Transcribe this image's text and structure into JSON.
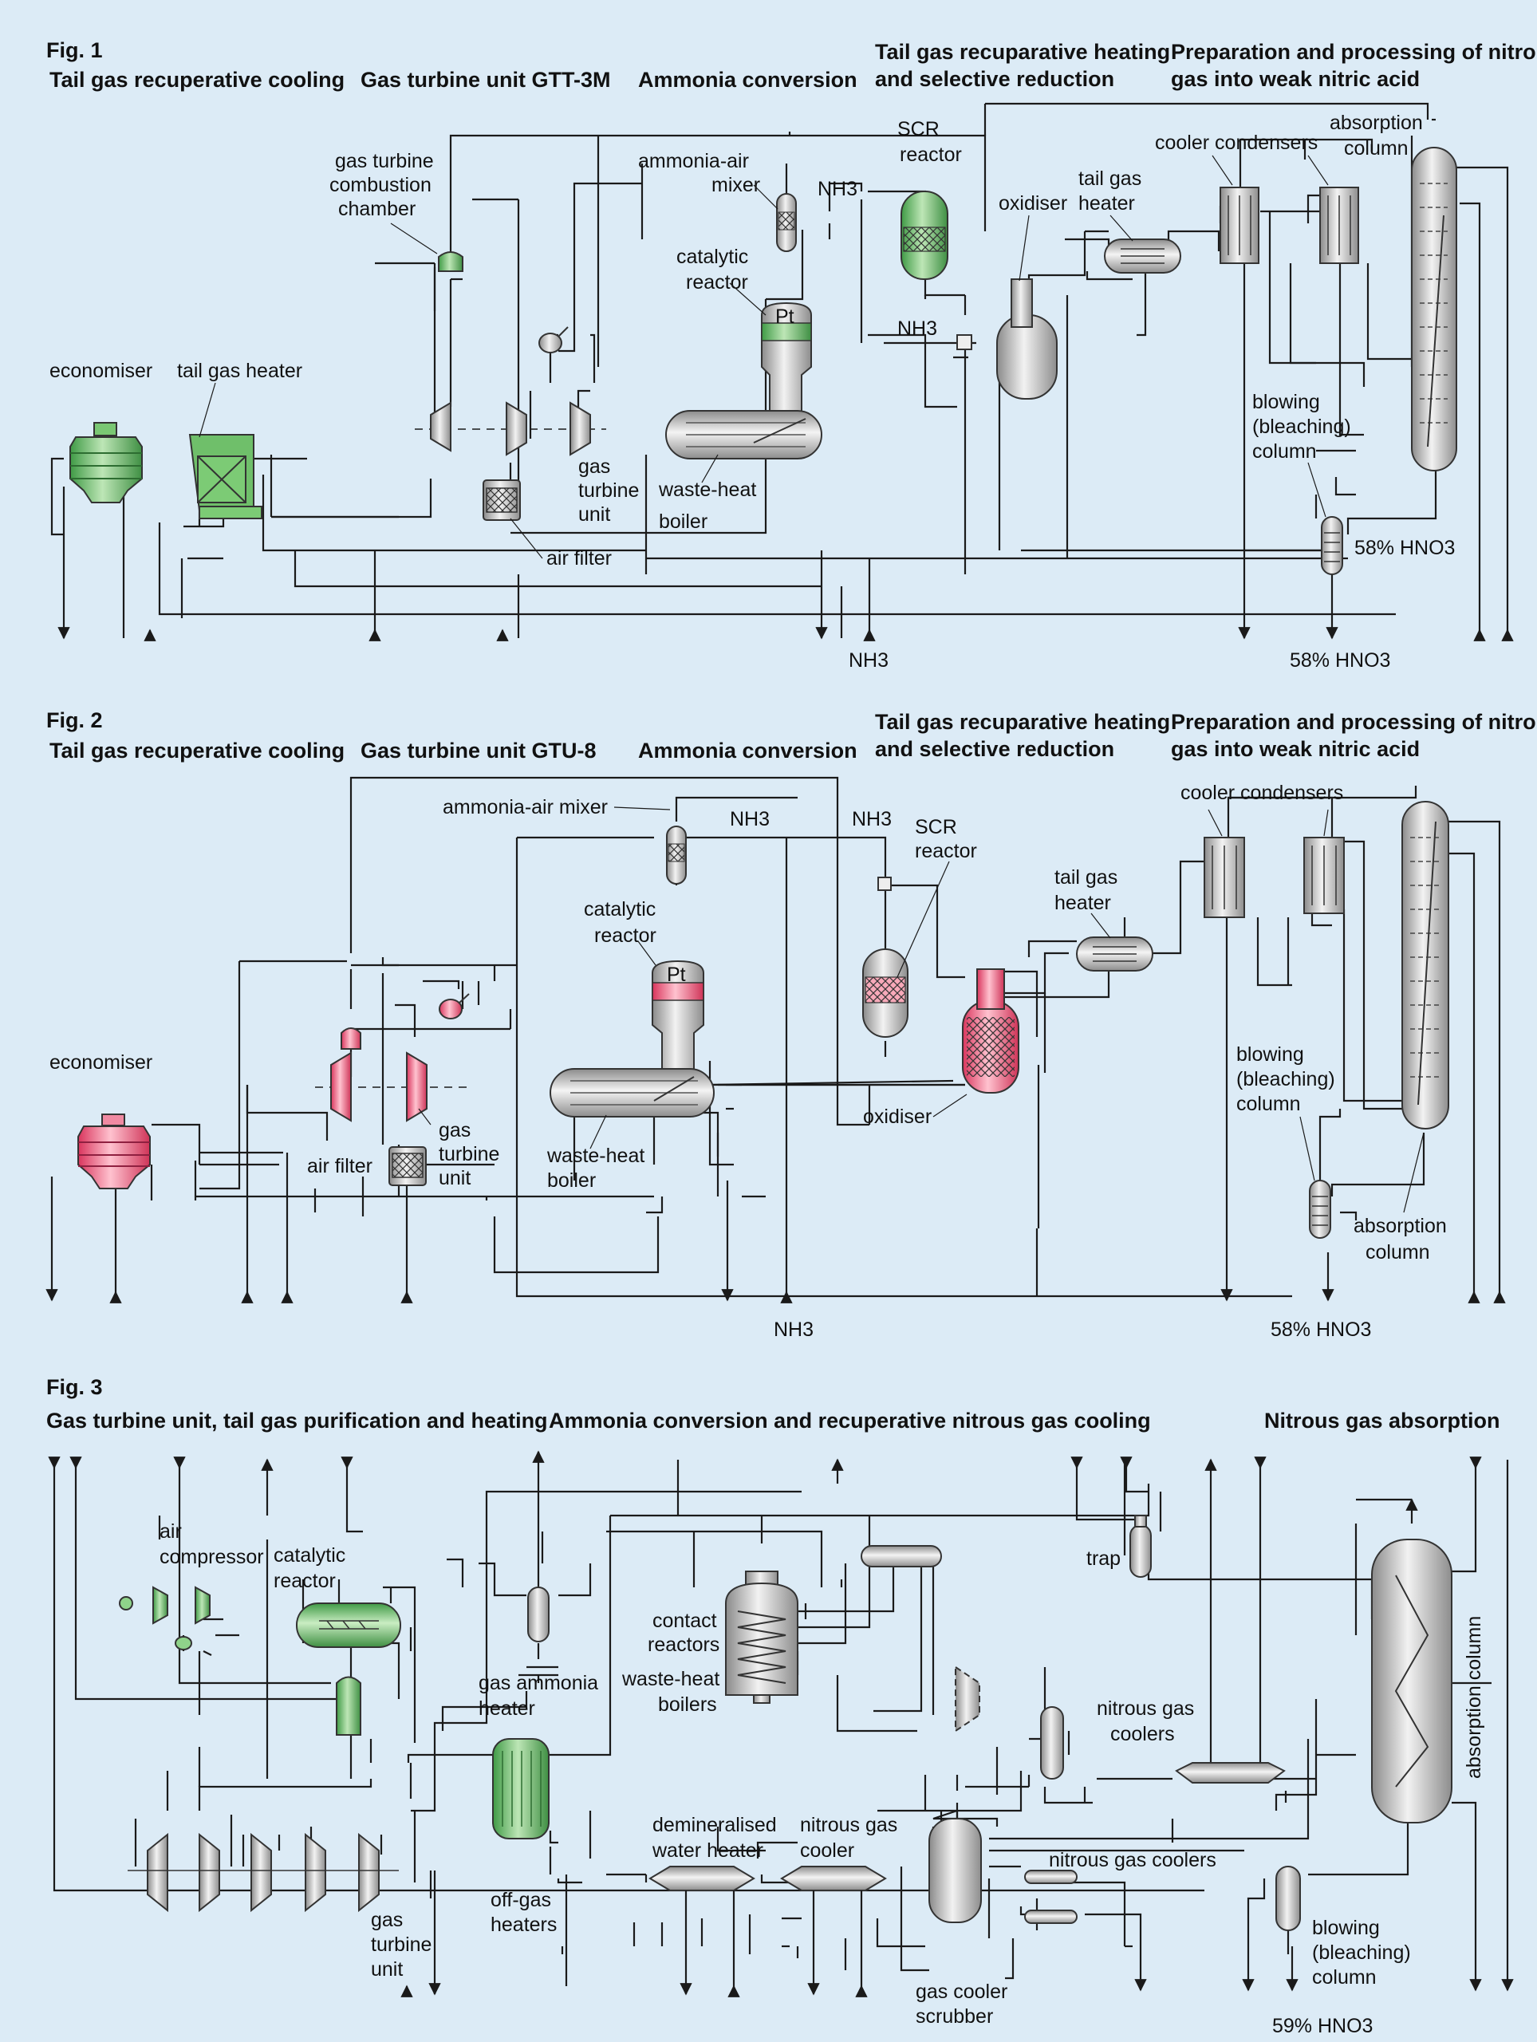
{
  "colors": {
    "background": "#dcebf6",
    "green": "#6fbf6a",
    "pink": "#ee6f8c",
    "grey": "#c7c7c7",
    "line": "#1a1a1a"
  },
  "fig1": {
    "label": "Fig. 1",
    "sections": [
      "Tail gas recuperative cooling",
      "Gas turbine unit  GTT-3M",
      "Ammonia conversion",
      "Tail gas recuparative heating",
      "and selective reduction",
      "Preparation and processing of nitrous",
      "gas into weak nitric acid"
    ],
    "labels": {
      "economiser": "economiser",
      "tail_gas_heater_left": "tail gas heater",
      "combustion": [
        "gas turbine",
        "combustion",
        "chamber"
      ],
      "gas_turbine_unit": [
        "gas",
        "turbine",
        "unit"
      ],
      "air_filter": "air filter",
      "mixer": [
        "ammonia-air",
        "mixer"
      ],
      "nh3_top": "NH3",
      "nh3_mid": "NH3",
      "nh3_bottom": "NH3",
      "catalytic_reactor": [
        "catalytic",
        "reactor"
      ],
      "pt": "Pt",
      "waste_heat_boiler": [
        "waste-heat",
        "boiler"
      ],
      "scr_reactor": [
        "SCR",
        "reactor"
      ],
      "oxidiser": "oxidiser",
      "tail_gas_heater_right": [
        "tail gas",
        "heater"
      ],
      "cooler_condensers": "cooler condensers",
      "absorption_column": [
        "absorption",
        "column"
      ],
      "blowing_column": [
        "blowing",
        "(bleaching)",
        "column"
      ],
      "hno3_right": "58% HNO3",
      "hno3_bottom": "58% HNO3"
    }
  },
  "fig2": {
    "label": "Fig. 2",
    "sections": [
      "Tail gas recuperative cooling",
      "Gas turbine unit  GTU-8",
      "Ammonia conversion",
      "Tail gas recuparative heating",
      "and selective reduction",
      "Preparation and processing of nitrous",
      "gas into weak nitric acid"
    ],
    "labels": {
      "economiser": "economiser",
      "mixer": "ammonia-air mixer",
      "nh3_a": "NH3",
      "nh3_b": "NH3",
      "nh3_bottom": "NH3",
      "scr_reactor": [
        "SCR",
        "reactor"
      ],
      "catalytic_reactor": [
        "catalytic",
        "reactor"
      ],
      "pt": "Pt",
      "tail_gas_heater": [
        "tail gas",
        "heater"
      ],
      "cooler_condensers": "cooler condensers",
      "air_filter": "air filter",
      "gas_turbine_unit": [
        "gas",
        "turbine",
        "unit"
      ],
      "waste_heat_boiler": [
        "waste-heat",
        "boiler"
      ],
      "oxidiser": "oxidiser",
      "blowing_column": [
        "blowing",
        "(bleaching)",
        "column"
      ],
      "absorption_column": [
        "absorption",
        "column"
      ],
      "hno3_bottom": "58% HNO3"
    }
  },
  "fig3": {
    "label": "Fig. 3",
    "sections": [
      "Gas turbine unit, tail gas purification and heating",
      "Ammonia conversion and recuperative nitrous gas cooling",
      "Nitrous gas absorption"
    ],
    "labels": {
      "air_compressor": [
        "air",
        "compressor"
      ],
      "catalytic_reactor": [
        "catalytic",
        "reactor"
      ],
      "gas_ammonia_heater": [
        "gas ammonia",
        "heater"
      ],
      "contact_reactors": [
        "contact",
        "reactors"
      ],
      "waste_heat_boilers": [
        "waste-heat",
        "boilers"
      ],
      "trap": "trap",
      "absorption_column": "absorption column",
      "nitrous_gas_coolers_upper": [
        "nitrous gas",
        "coolers"
      ],
      "off_gas_heaters": [
        "off-gas",
        "heaters"
      ],
      "demin_heater": [
        "demineralised",
        "water heater"
      ],
      "nitrous_gas_cooler": [
        "nitrous gas",
        "cooler"
      ],
      "nitrous_gas_coolers_lower": "nitrous gas coolers",
      "gas_turbine_unit": [
        "gas",
        "turbine",
        "unit"
      ],
      "gas_cooler_scrubber": [
        "gas cooler",
        "scrubber"
      ],
      "blowing_column": [
        "blowing",
        "(bleaching)",
        "column"
      ],
      "hno3_bottom": "59% HNO3"
    }
  }
}
